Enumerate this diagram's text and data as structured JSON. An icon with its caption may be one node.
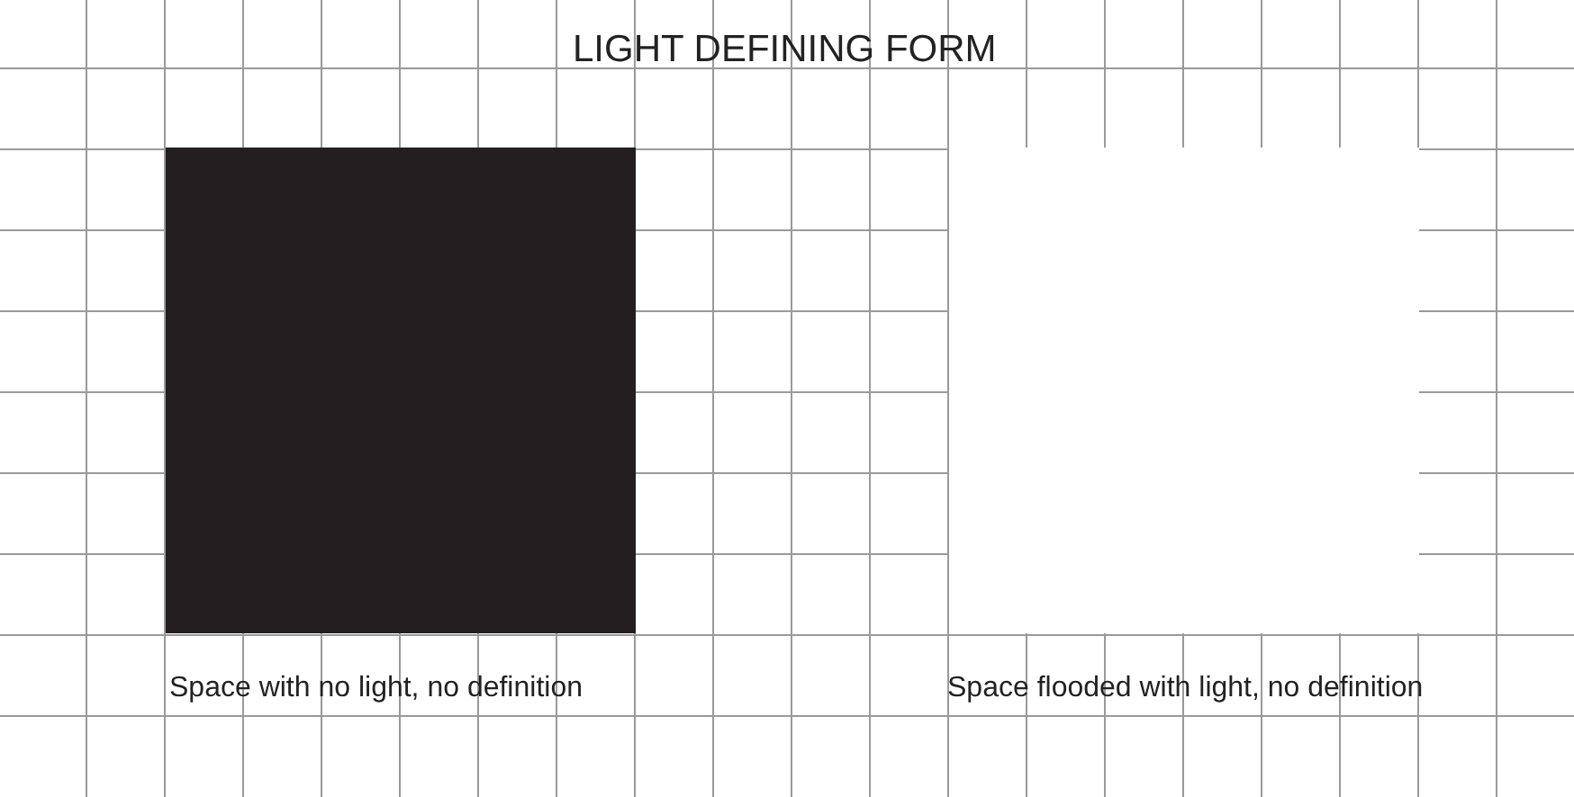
{
  "diagram": {
    "title": "LIGHT DEFINING FORM",
    "nodes": [
      {
        "text": [],
        "shape": "box",
        "beside": [
          "Space with no light, no definition"
        ]
      },
      {
        "text": [],
        "shape": "box",
        "beside": [
          "Space flooded with light, no definition"
        ]
      }
    ]
  }
}
